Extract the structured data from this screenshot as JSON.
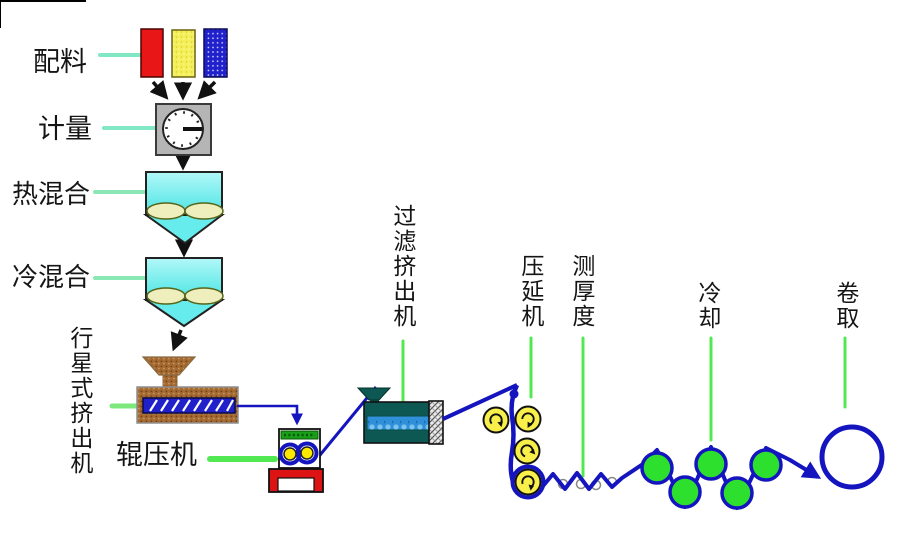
{
  "diagram": {
    "title_none": "",
    "labels": {
      "batching": "配料",
      "metering": "计量",
      "hot_mixing": "热混合",
      "cold_mixing": "冷混合",
      "planetary_extruder": "行星式挤出机",
      "roller_press": "辊压机",
      "filter_extruder": "过滤挤出机",
      "calender": "压延机",
      "thickness_gauge": "测厚度",
      "cooling": "冷却",
      "winding": "卷取"
    },
    "colors": {
      "flow_line_blue": "#1515c0",
      "pointer_teal": "#82e8c4",
      "pointer_green": "#52e852",
      "material_red": "#e81616",
      "material_yellow": "#f4ef58",
      "material_blue": "#2121cc",
      "hopper_cyan": "#5ceaea",
      "machine_brown": "#a56a32",
      "machine_dark_teal": "#0d5852",
      "roller_yellow": "#f8ef4a",
      "cooling_roller_green": "#2ee02e",
      "base_red": "#dd1414",
      "press_bar_green": "#18a018",
      "metering_box_gray": "#b5b5b5",
      "arrow_black": "#111111"
    }
  }
}
